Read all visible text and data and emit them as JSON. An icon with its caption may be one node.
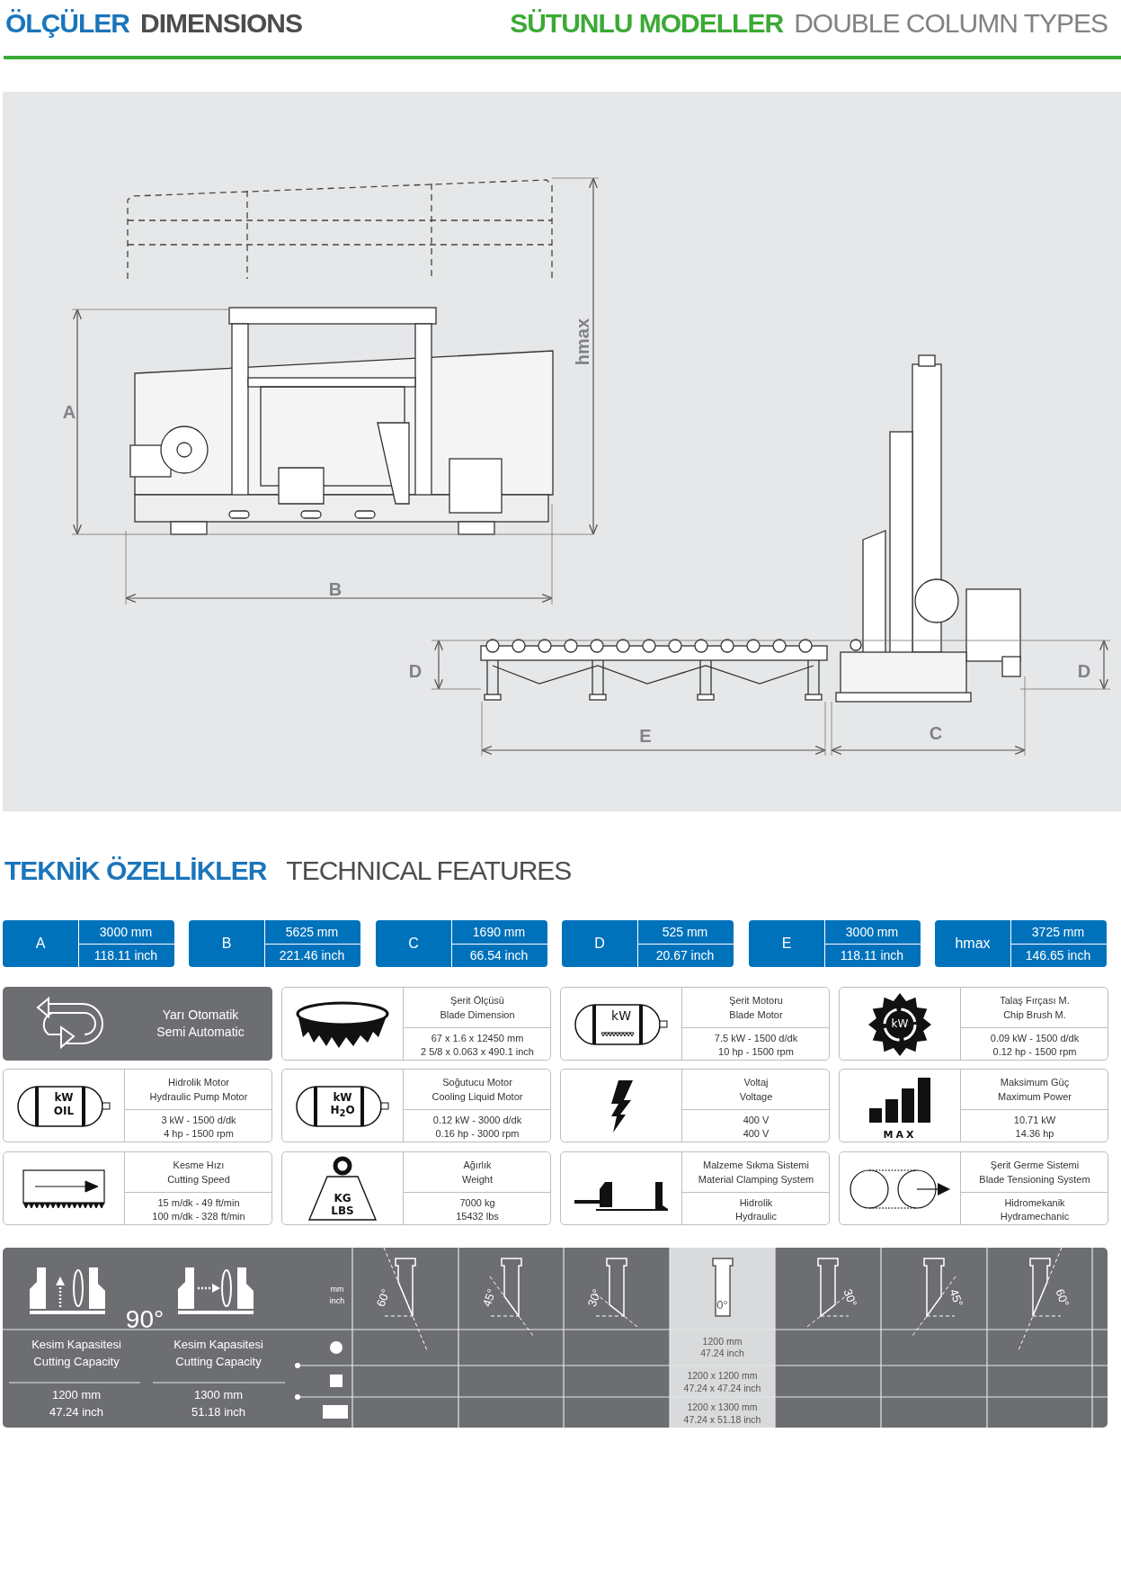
{
  "diagram": {
    "labels": [
      "ÖLÇÜLER",
      "DIMENSIONS",
      "SÜTUNLU MODELLER",
      "DOUBLE COLUMN TYPES",
      "hmax",
      "A",
      "B",
      "D",
      "D",
      "E",
      "C",
      "TEKNİK ÖZELLİKLER",
      "TECHNICAL FEATURES",
      "A",
      "3000 mm",
      "118.11 inch",
      "B",
      "5625 mm",
      "221.46 inch",
      "C",
      "1690 mm",
      "66.54 inch",
      "D",
      "525 mm",
      "20.67 inch",
      "E",
      "3000 mm",
      "118.11 inch",
      "hmax",
      "3725 mm",
      "146.65 inch",
      "Yarı Otomatik",
      "Semi Automatic",
      "Şerit Ölçüsü",
      "Blade Dimension",
      "67 x 1.6 x 12450 mm",
      "2 5/8 x 0.063 x 490.1 inch",
      "kW",
      "Şerit Motoru",
      "Blade Motor",
      "7.5 kW - 1500 d/dk",
      "10 hp - 1500 rpm",
      "kW",
      "Talaş Fırçası M.",
      "Chip Brush M.",
      "0.09 kW - 1500 d/dk",
      "0.12 hp - 1500 rpm",
      "kW",
      "OIL",
      "Hidrolik Motor",
      "Hydraulic Pump Motor",
      "3 kW - 1500 d/dk",
      "4 hp - 1500 rpm",
      "kW",
      "H$_{2}$O",
      "Soğutucu Motor",
      "Cooling Liquid Motor",
      "0.12 kW - 3000 d/dk",
      "0.16 hp - 3000 rpm",
      "Voltaj",
      "Voltage",
      "400 V",
      "400 V",
      "MAX",
      "Maksimum Güç",
      "Maximum Power",
      "10.71 kW",
      "14.36 hp",
      "Kesme Hızı",
      "Cutting Speed",
      "15 m/dk - 49 ft/min",
      "100 m/dk - 328 ft/min",
      "KG",
      "LBS",
      "Ağırlık",
      "Weight",
      "7000 kg",
      "15432  lbs",
      "Malzeme Sıkma Sistemi",
      "Material Clamping System",
      "Hidrolik",
      "Hydraulic",
      "Şerit Germe Sistemi",
      "Blade Tensioning System",
      "Hidromekanik",
      "Hydramechanic",
      "90°",
      "mm",
      "inch",
      "60°",
      "45°",
      "30°",
      "0°",
      "30°",
      "45°",
      "60°",
      "Kesim Kapasitesi",
      "Cutting Capacity",
      "1200 mm",
      "47.24 inch",
      "Kesim Kapasitesi",
      "Cutting Capacity",
      "1300 mm",
      "51.18 inch",
      "1200 mm",
      "47.24 inch",
      "1200 x 1200 mm",
      "47.24 x 47.24 inch",
      "1200 x 1300 mm",
      "47.24 x 51.18 inch"
    ]
  }
}
